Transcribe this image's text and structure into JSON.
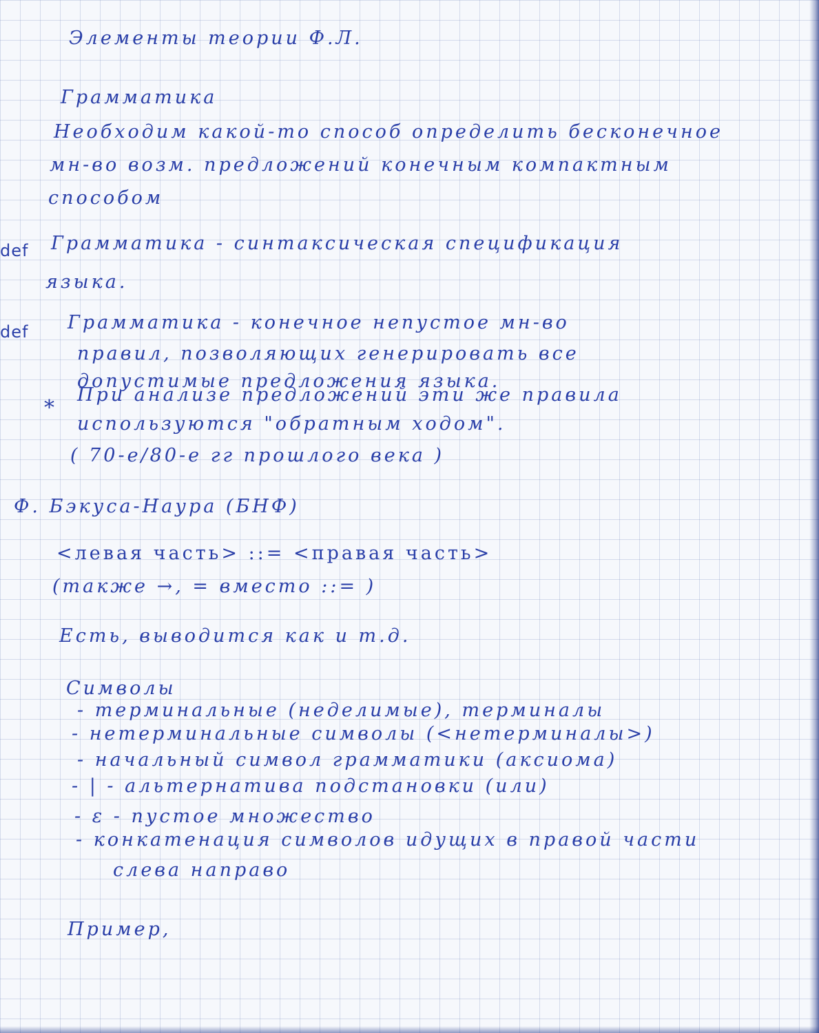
{
  "title": "Элементы теории Ф.Л.",
  "section_heading": "Грамматика",
  "intro": [
    "Необходим какой-то способ определить бесконечное",
    "мн-во возм. предложений конечным компактным",
    "способом"
  ],
  "def1": {
    "marker": "def",
    "lines": [
      "Грамматика - синтаксическая спецификация",
      "языка."
    ]
  },
  "def2": {
    "marker": "def",
    "lines": [
      "Грамматика - конечное непустое мн-во",
      "правил, позволяющих генерировать все",
      "допустимые предложения языка."
    ]
  },
  "note": {
    "marker": "*",
    "lines": [
      "При анализе предложений эти же правила",
      "используются \"обратным ходом\".",
      "( 70-е/80-е гг прошлого века )"
    ]
  },
  "bnf_heading": "Ф. Бэкуса-Наура (БНФ)",
  "bnf_rule": "<левая часть> ::= <правая часть>",
  "bnf_note": "(также →, = вместо ::= )",
  "bnf_more": "Есть, выводится как и т.д.",
  "symbols": {
    "heading": "Символы",
    "items": [
      "- терминальные (неделимые), терминалы",
      "- нетерминальные символы (<нетерминалы>)",
      "- начальный символ грамматики (аксиома)",
      "- | - альтернатива подстановки (или)",
      "- ε - пустое множество",
      "- конкатенация символов идущих в правой части",
      "слева направо"
    ]
  },
  "example": "Пример,"
}
